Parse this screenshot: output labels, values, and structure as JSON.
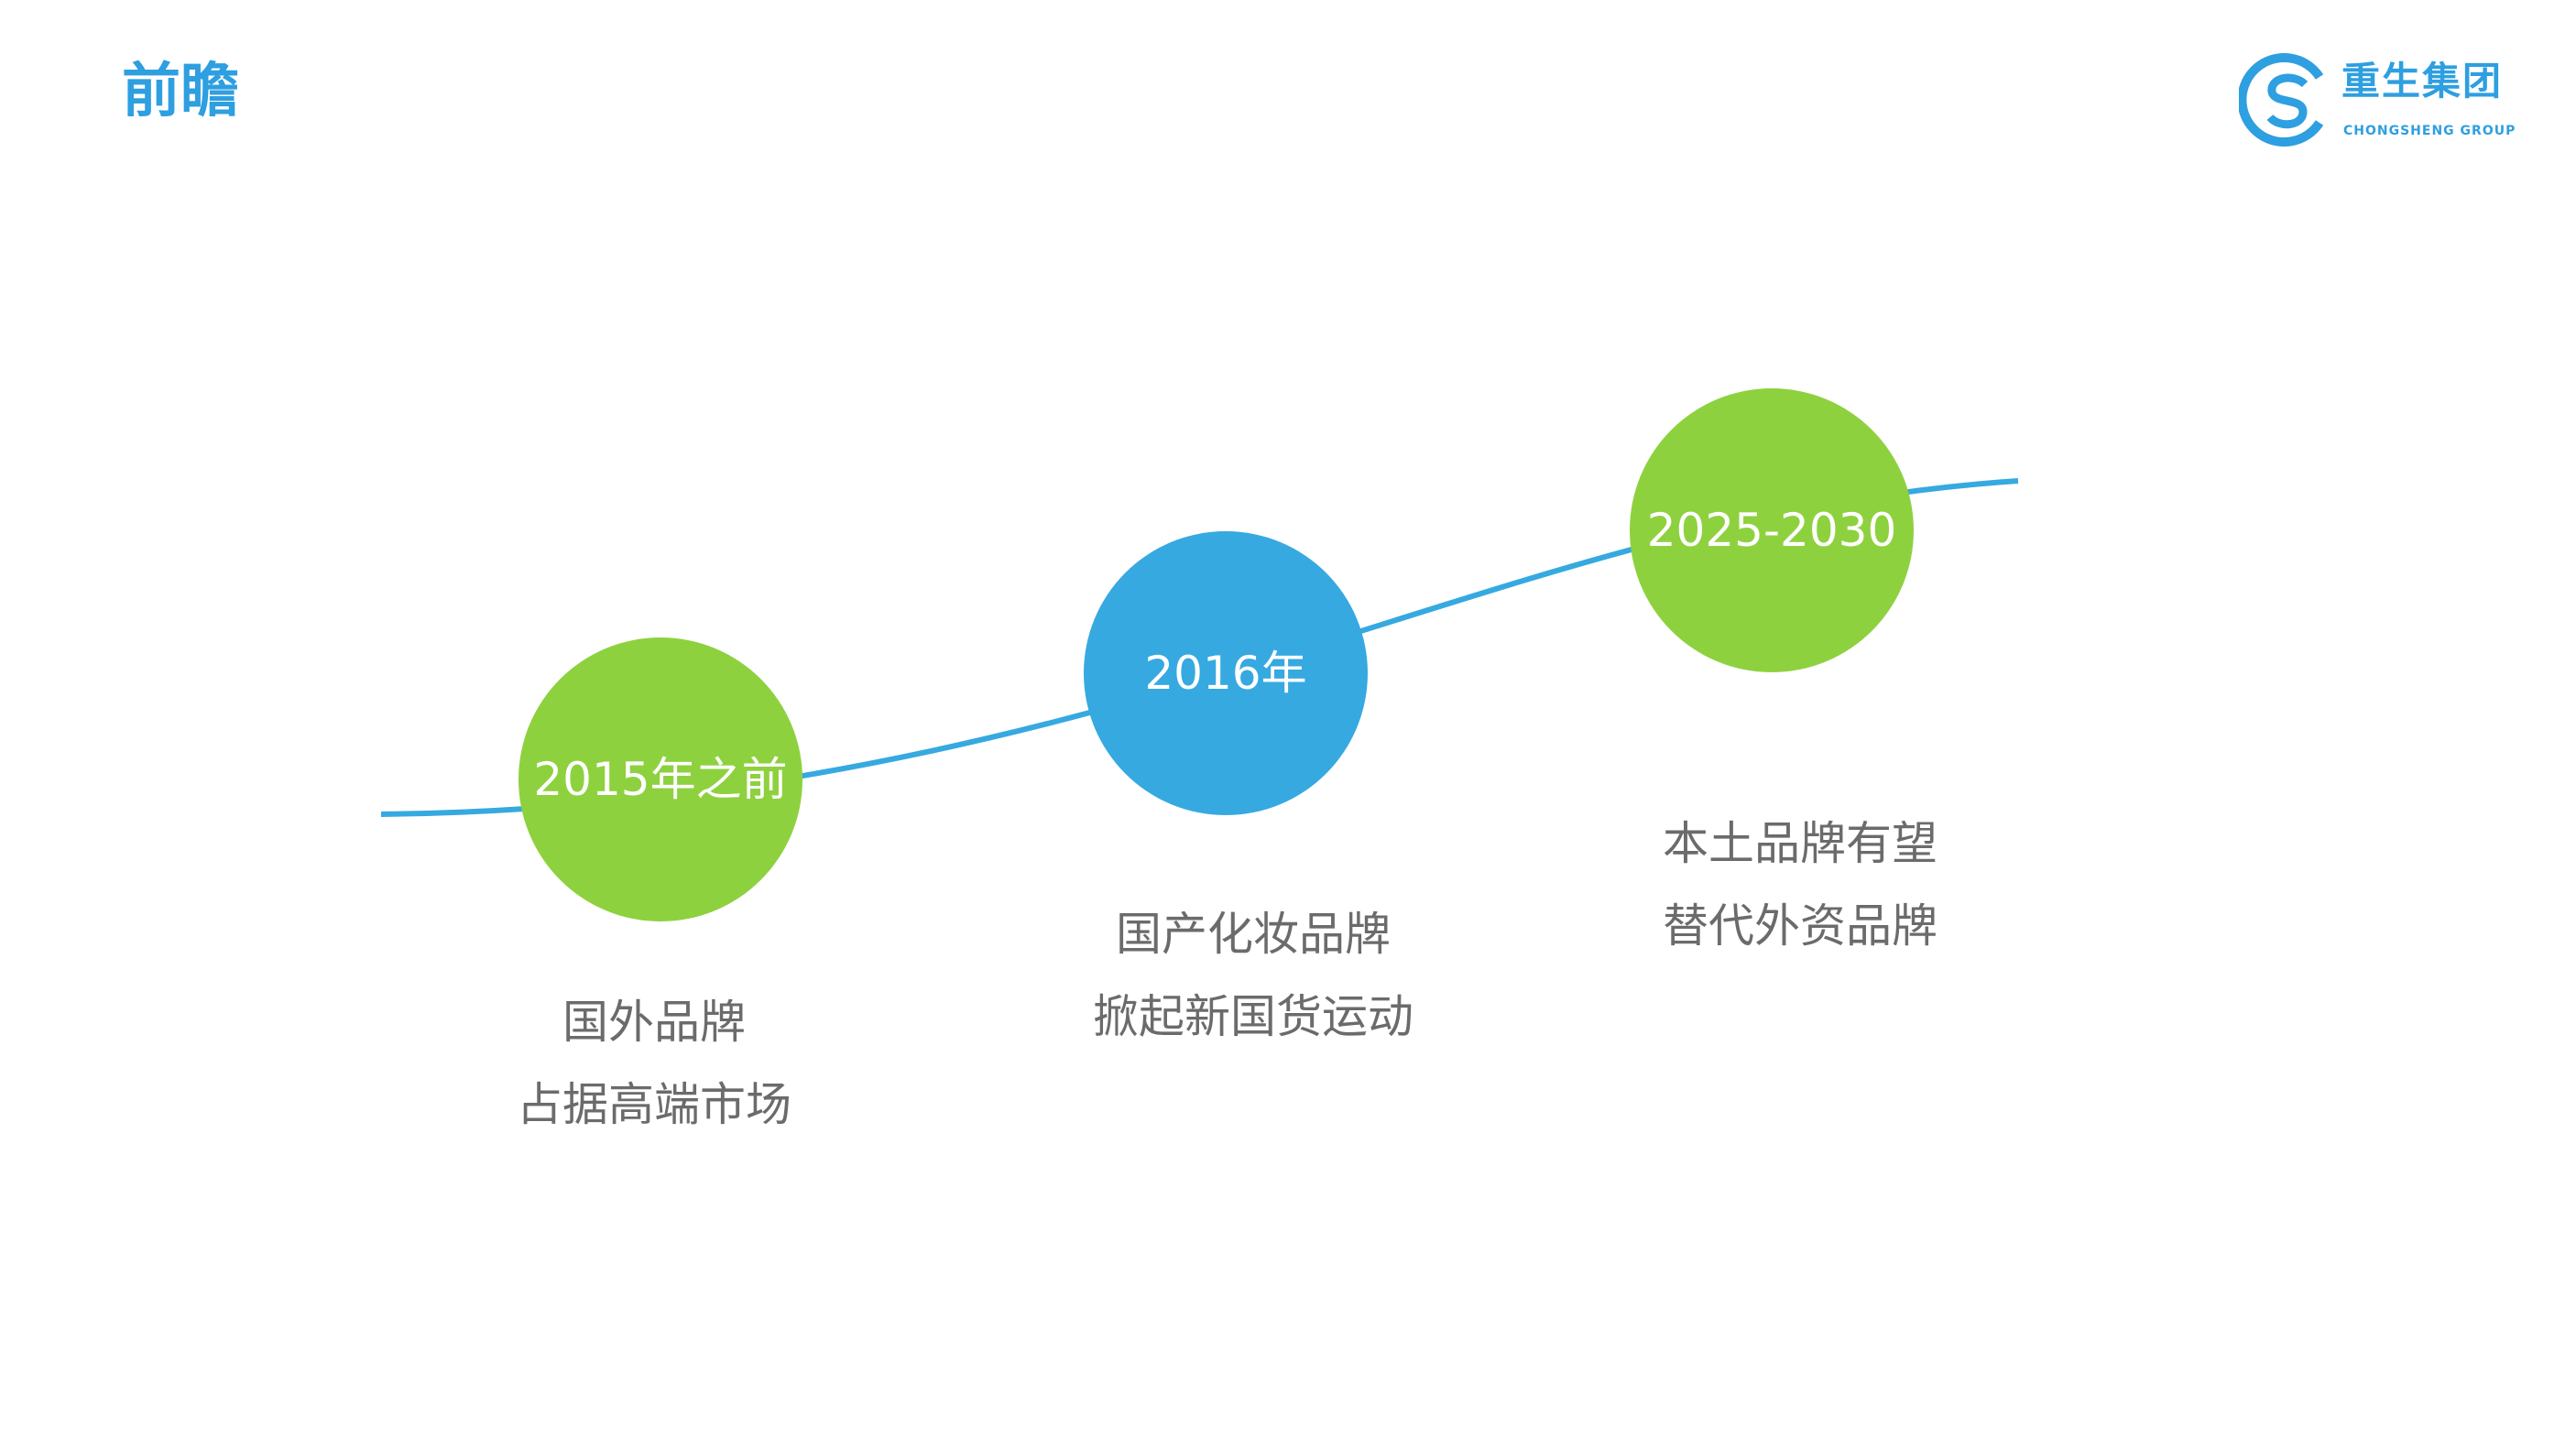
{
  "header": {
    "title": "前瞻"
  },
  "logo": {
    "name_cn": "重生集团",
    "name_en": "CHONGSHENG GROUP"
  },
  "colors": {
    "accent_blue": "#36a9e0",
    "accent_green": "#8ed13f",
    "text_gray": "#6b6b6b"
  },
  "timeline": [
    {
      "label": "2015年之前",
      "lines": [
        "国外品牌",
        "占据高端市场"
      ]
    },
    {
      "label": "2016年",
      "lines": [
        "国产化妆品牌",
        "掀起新国货运动"
      ]
    },
    {
      "label": "2025-2030",
      "lines": [
        "本土品牌有望",
        "替代外资品牌"
      ]
    }
  ]
}
